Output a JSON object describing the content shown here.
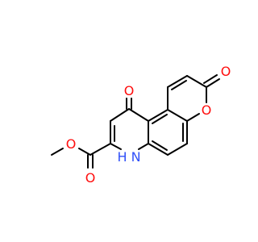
{
  "molecule": {
    "atoms": {
      "ketone_oxygen": "O",
      "lactone_carbonyl_oxygen": "O",
      "ring_oxygen": "O",
      "ester_carbonyl_oxygen": "O",
      "ester_ether_oxygen": "O",
      "amine": "H N"
    },
    "colors": {
      "oxygen": "#ff0d0d",
      "nitrogen": "#3050f8",
      "bond": "#000000",
      "background": "#ffffff"
    }
  }
}
